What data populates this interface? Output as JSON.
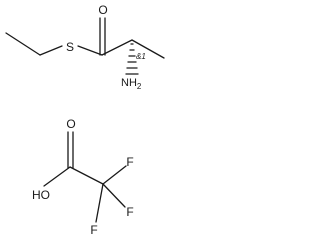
{
  "molecule_1": {
    "atoms": {
      "O": "O",
      "S": "S",
      "N": "NH",
      "N_subscript": "2"
    },
    "stereo_label": "&1"
  },
  "molecule_2": {
    "atoms": {
      "O": "O",
      "OH": "HO",
      "F_top": "F",
      "F_bottom_left": "F",
      "F_right": "F"
    }
  }
}
